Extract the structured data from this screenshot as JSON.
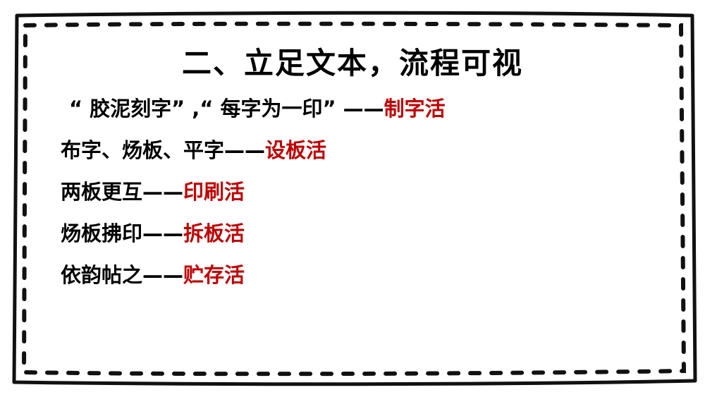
{
  "title": "二、立足文本，流程可视",
  "accent_color": "#c00000",
  "steps": [
    {
      "lead": "“ 胶泥刻字” ,“ 每字为一印” ",
      "dash": "——",
      "result": "制字活"
    },
    {
      "lead": "布字、炀板、平字",
      "dash": "——",
      "result": "设板活"
    },
    {
      "lead": "两板更互",
      "dash": "——",
      "result": "印刷活"
    },
    {
      "lead": "炀板拂印",
      "dash": "——",
      "result": "拆板活"
    },
    {
      "lead": "依韵帖之",
      "dash": "——",
      "result": "贮存活"
    }
  ]
}
